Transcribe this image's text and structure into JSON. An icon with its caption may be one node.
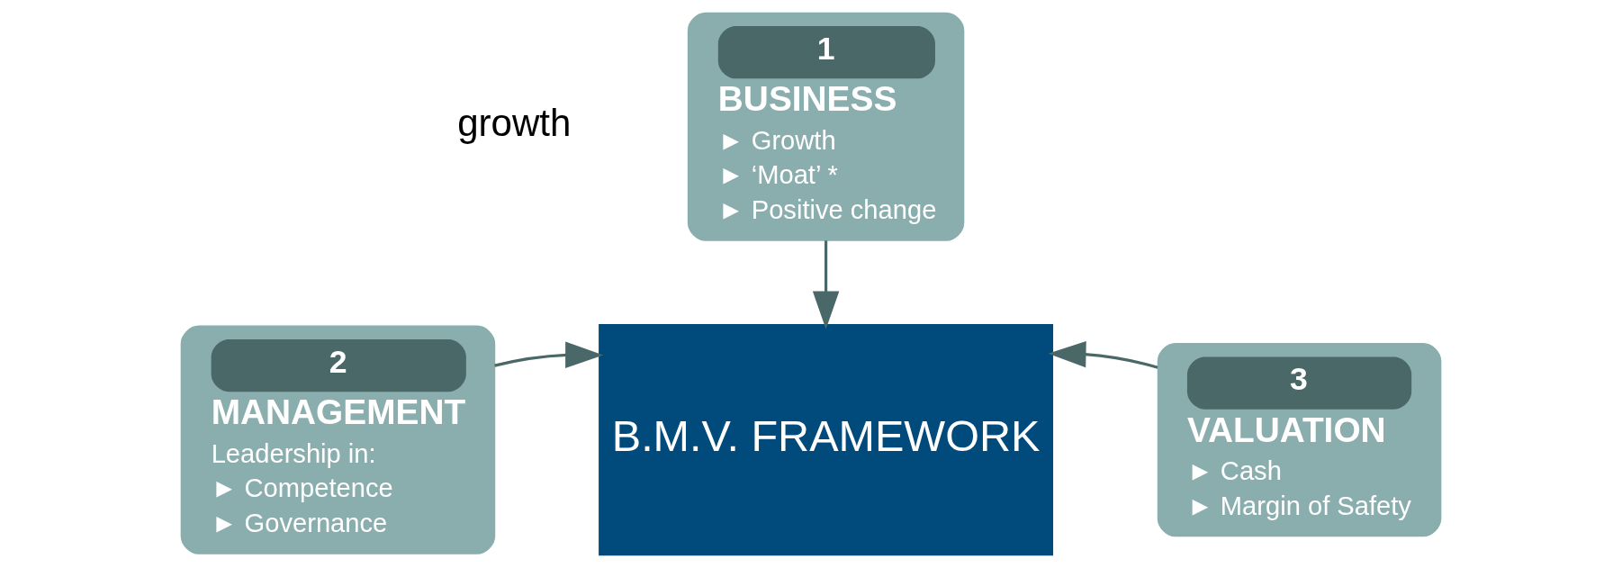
{
  "diagram": {
    "nodes": [
      {
        "text": [
          "1",
          "BUSINESS",
          "► Growth",
          "► ‘Moat’ *",
          "► Positive change"
        ]
      },
      {
        "text": [
          "2",
          "MANAGEMENT",
          "Leadership in:",
          "► Competence",
          "► Governance"
        ]
      },
      {
        "text": [
          "3",
          "VALUATION",
          "► Cash",
          "► Margin of Safety"
        ]
      },
      {
        "text": [
          "B.M.V. FRAMEWORK"
        ]
      }
    ],
    "edges": [
      {
        "from": 0,
        "to": 3,
        "arrow": "to"
      },
      {
        "from": 1,
        "to": 3,
        "arrow": "to"
      },
      {
        "from": 2,
        "to": 3,
        "arrow": "to"
      }
    ],
    "labels": [
      "growth"
    ]
  }
}
